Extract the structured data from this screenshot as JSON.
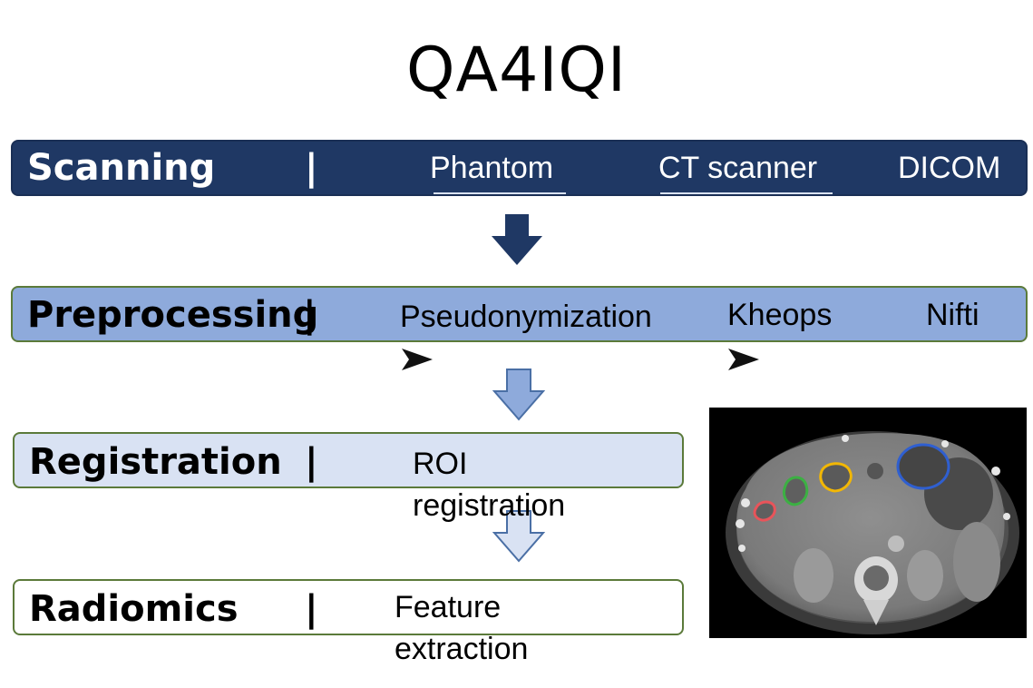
{
  "title": "QA4IQI",
  "stages": [
    {
      "label": "Scanning",
      "separator": "|",
      "items": [
        "Phantom",
        "CT scanner",
        "DICOM"
      ]
    },
    {
      "label": "Preprocessing",
      "separator": "|",
      "items": [
        "Pseudonymization",
        "Kheops",
        "Nifti"
      ]
    },
    {
      "label": "Registration",
      "separator": "|",
      "items": [
        "ROI registration"
      ]
    },
    {
      "label": "Radiomics",
      "separator": "|",
      "items": [
        "Feature extraction"
      ]
    }
  ],
  "colors": {
    "scanning_bar": "#1f3864",
    "preprocessing_bar": "#8eaadb",
    "registration_bar": "#d9e2f3",
    "radiomics_bar": "#ffffff",
    "roi_red": "#e8545a",
    "roi_green": "#3cb043",
    "roi_yellow": "#f2b705",
    "roi_blue": "#2f5fd0"
  },
  "icons": [
    "down-arrow-dark-icon",
    "down-arrow-mid-icon",
    "down-arrow-light-icon",
    "right-arrowhead-icon"
  ]
}
